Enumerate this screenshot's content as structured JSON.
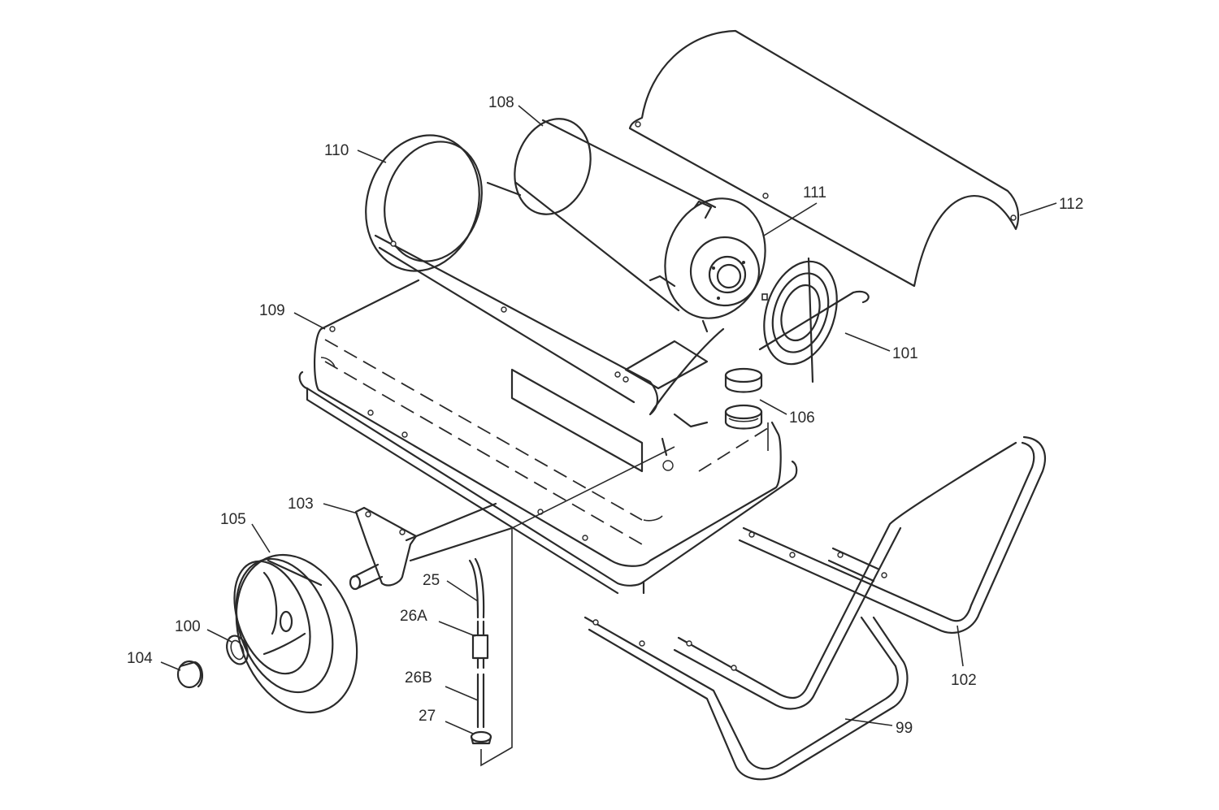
{
  "diagram": {
    "callouts": [
      {
        "id": "c108",
        "text": "108"
      },
      {
        "id": "c110",
        "text": "110"
      },
      {
        "id": "c111",
        "text": "111"
      },
      {
        "id": "c112",
        "text": "112"
      },
      {
        "id": "c109",
        "text": "109"
      },
      {
        "id": "c101",
        "text": "101"
      },
      {
        "id": "c106",
        "text": "106"
      },
      {
        "id": "c103",
        "text": "103"
      },
      {
        "id": "c105",
        "text": "105"
      },
      {
        "id": "c25",
        "text": "25"
      },
      {
        "id": "c26A",
        "text": "26A"
      },
      {
        "id": "c100",
        "text": "100"
      },
      {
        "id": "c104",
        "text": "104"
      },
      {
        "id": "c26B",
        "text": "26B"
      },
      {
        "id": "c27",
        "text": "27"
      },
      {
        "id": "c102",
        "text": "102"
      },
      {
        "id": "c99",
        "text": "99"
      }
    ]
  }
}
